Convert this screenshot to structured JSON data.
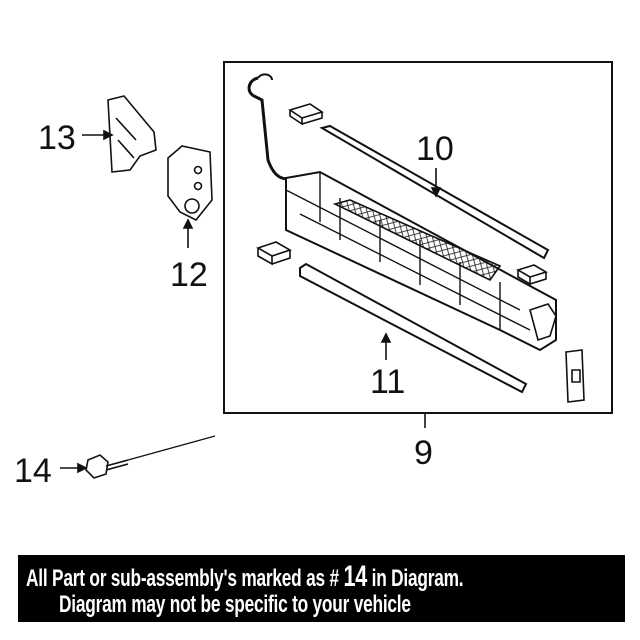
{
  "callouts": {
    "part_13": "13",
    "part_12": "12",
    "part_10": "10",
    "part_11": "11",
    "part_9": "9",
    "part_14": "14"
  },
  "banner": {
    "line1_prefix": "All Part or sub-assembly's marked as # ",
    "line1_number": "14",
    "line1_suffix": " in Diagram.",
    "line2": "Diagram may not be specific to your vehicle"
  },
  "colors": {
    "banner_bg": "#000000",
    "banner_text": "#ffffff",
    "line": "#111111"
  }
}
